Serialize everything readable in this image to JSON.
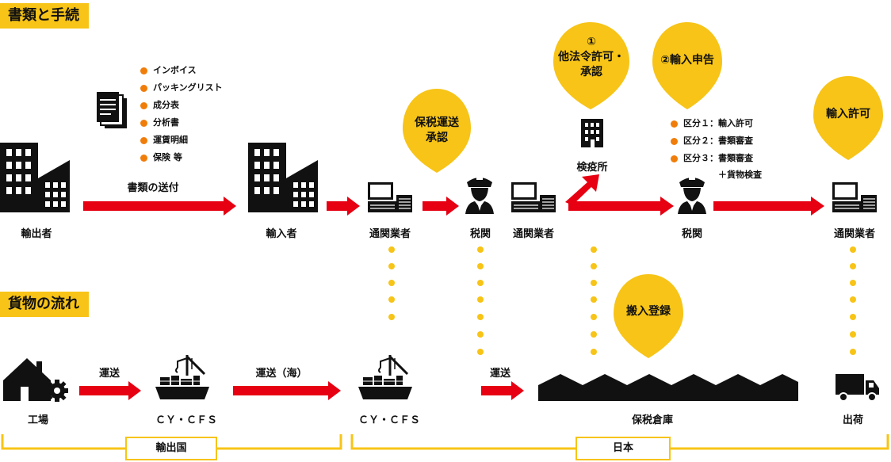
{
  "sections": {
    "documents": "書類と手続",
    "cargo": "貨物の流れ"
  },
  "documents_list": [
    "インボイス",
    "パッキングリスト",
    "成分表",
    "分析書",
    "運賃明細",
    "保険 等"
  ],
  "nodes": {
    "exporter": "輸出者",
    "importer": "輸入者",
    "broker1": "通関業者",
    "customs1": "税関",
    "broker2": "通関業者",
    "quarantine": "検疫所",
    "customs2": "税関",
    "broker3": "通関業者",
    "factory": "工場",
    "cy_cfs_export": "ＣＹ・ＣＦＳ",
    "cy_cfs_import": "ＣＹ・ＣＦＳ",
    "bonded_warehouse": "保税倉庫",
    "shipment": "出荷"
  },
  "arrows": {
    "send_documents": "書類の送付",
    "transport_land": "運送",
    "transport_sea": "運送（海）",
    "transport_japan": "運送"
  },
  "bubbles": {
    "bonded_transport": [
      "保税運送",
      "承認"
    ],
    "other_laws": [
      "①",
      "他法令許可・",
      "承認"
    ],
    "import_declaration": "②輸入申告",
    "import_permit": "輸入許可",
    "bonded_entry": "搬入登録"
  },
  "category_list": [
    "区分１：輸入許可",
    "区分２：書類審査",
    "区分３：書類審査"
  ],
  "category_note": "＋貨物検査",
  "brackets": {
    "export_country": "輸出国",
    "japan": "日本"
  },
  "colors": {
    "accent_yellow": "#f7c417",
    "arrow_red": "#e60012",
    "bullet_orange": "#f07d0a",
    "icon_black": "#111111"
  }
}
